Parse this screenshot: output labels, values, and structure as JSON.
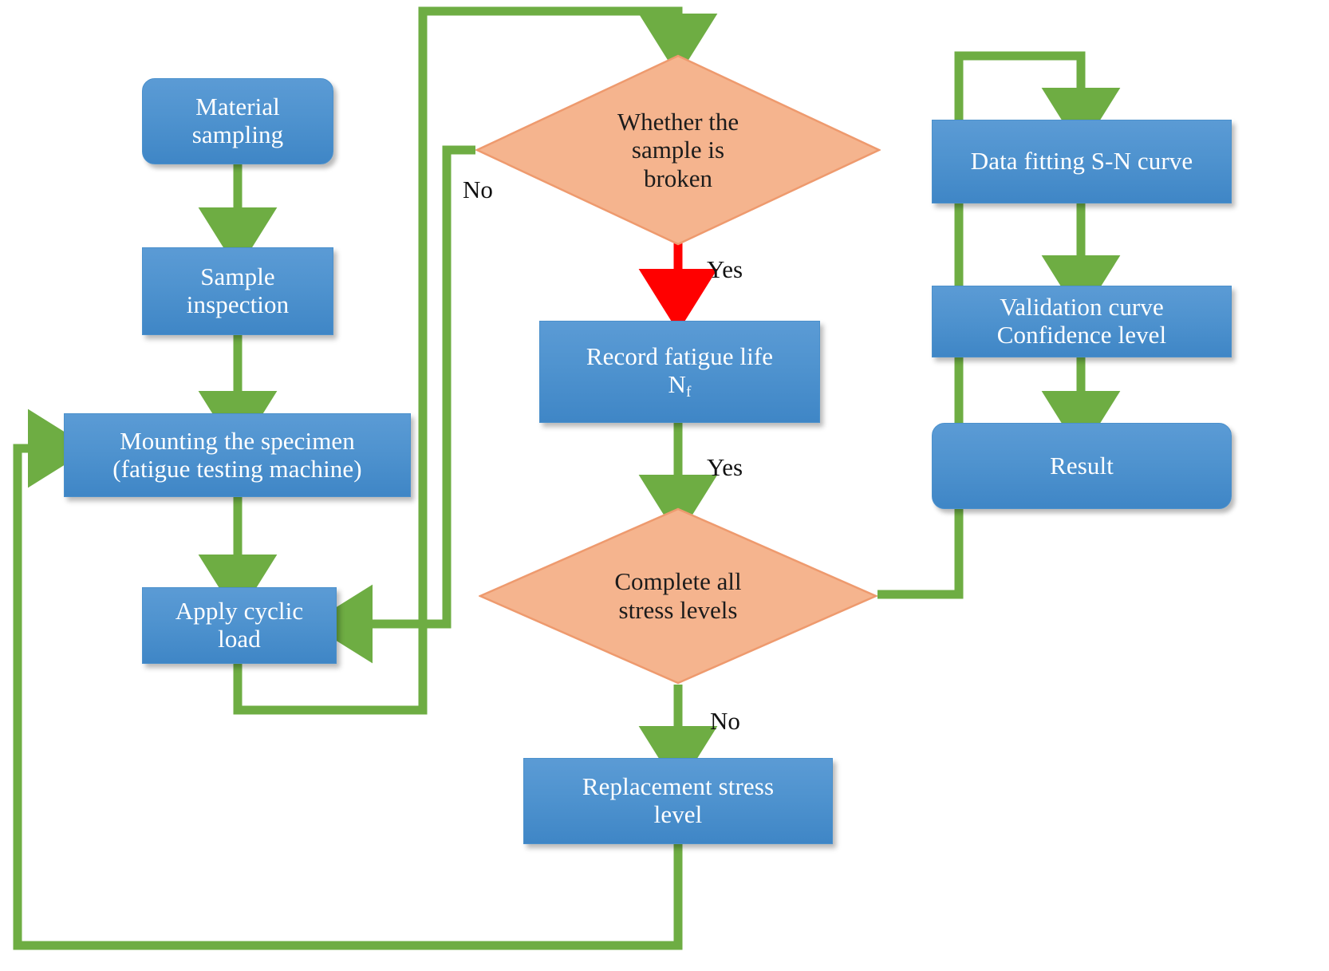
{
  "diagram": {
    "title": "Fatigue testing S-N curve experimental flowchart",
    "colors": {
      "process_fill": "#4f93cf",
      "process_text": "#ffffff",
      "decision_fill": "#f5b48e",
      "decision_stroke": "#ee9a6e",
      "decision_text": "#1c1c1c",
      "arrow_green": "#6ead43",
      "arrow_red": "#ff0000",
      "background": "#ffffff"
    },
    "nodes": [
      {
        "id": "material_sampling",
        "type": "process-rounded",
        "label": "Material\nsampling"
      },
      {
        "id": "sample_inspection",
        "type": "process",
        "label": "Sample\ninspection"
      },
      {
        "id": "mounting_specimen",
        "type": "process",
        "label": "Mounting the specimen\n(fatigue testing machine)"
      },
      {
        "id": "apply_cyclic_load",
        "type": "process",
        "label": "Apply cyclic\nload"
      },
      {
        "id": "whether_broken",
        "type": "decision",
        "label": "Whether the\nsample is\nbroken"
      },
      {
        "id": "record_fatigue_life",
        "type": "process",
        "label": "Record fatigue life\nNf"
      },
      {
        "id": "complete_all_levels",
        "type": "decision",
        "label": "Complete all\nstress levels"
      },
      {
        "id": "replacement_stress",
        "type": "process",
        "label": "Replacement stress\nlevel"
      },
      {
        "id": "data_fitting",
        "type": "process",
        "label": "Data fitting S-N curve"
      },
      {
        "id": "validation_curve",
        "type": "process",
        "label": "Validation curve\nConfidence level"
      },
      {
        "id": "result",
        "type": "process-rounded",
        "label": "Result"
      }
    ],
    "labels": {
      "material_sampling_l1": "Material",
      "material_sampling_l2": "sampling",
      "sample_inspection_l1": "Sample",
      "sample_inspection_l2": "inspection",
      "mounting_l1": "Mounting the specimen",
      "mounting_l2": "(fatigue testing machine)",
      "apply_load_l1": "Apply cyclic",
      "apply_load_l2": "load",
      "whether_broken_l1": "Whether the",
      "whether_broken_l2": "sample is",
      "whether_broken_l3": "broken",
      "record_life_l1": "Record fatigue life",
      "record_life_l2_base": "N",
      "record_life_l2_sub": "f",
      "complete_levels_l1": "Complete all",
      "complete_levels_l2": "stress levels",
      "replacement_l1": "Replacement stress",
      "replacement_l2": "level",
      "data_fitting": "Data fitting S-N curve",
      "validation_l1": "Validation curve",
      "validation_l2": "Confidence level",
      "result": "Result"
    },
    "edge_labels": {
      "broken_no": "No",
      "broken_yes": "Yes",
      "record_yes": "Yes",
      "complete_no": "No"
    },
    "edges": [
      {
        "from": "material_sampling",
        "to": "sample_inspection",
        "label": "",
        "color": "#6ead43"
      },
      {
        "from": "sample_inspection",
        "to": "mounting_specimen",
        "label": "",
        "color": "#6ead43"
      },
      {
        "from": "mounting_specimen",
        "to": "apply_cyclic_load",
        "label": "",
        "color": "#6ead43"
      },
      {
        "from": "apply_cyclic_load",
        "to": "whether_broken",
        "label": "",
        "color": "#6ead43"
      },
      {
        "from": "whether_broken",
        "to": "apply_cyclic_load",
        "label": "No",
        "color": "#6ead43"
      },
      {
        "from": "whether_broken",
        "to": "record_fatigue_life",
        "label": "Yes",
        "color": "#ff0000"
      },
      {
        "from": "record_fatigue_life",
        "to": "complete_all_levels",
        "label": "Yes",
        "color": "#6ead43"
      },
      {
        "from": "complete_all_levels",
        "to": "replacement_stress",
        "label": "No",
        "color": "#6ead43"
      },
      {
        "from": "complete_all_levels",
        "to": "data_fitting",
        "label": "",
        "color": "#6ead43"
      },
      {
        "from": "replacement_stress",
        "to": "mounting_specimen",
        "label": "",
        "color": "#6ead43"
      },
      {
        "from": "data_fitting",
        "to": "validation_curve",
        "label": "",
        "color": "#6ead43"
      },
      {
        "from": "validation_curve",
        "to": "result",
        "label": "",
        "color": "#6ead43"
      }
    ]
  }
}
